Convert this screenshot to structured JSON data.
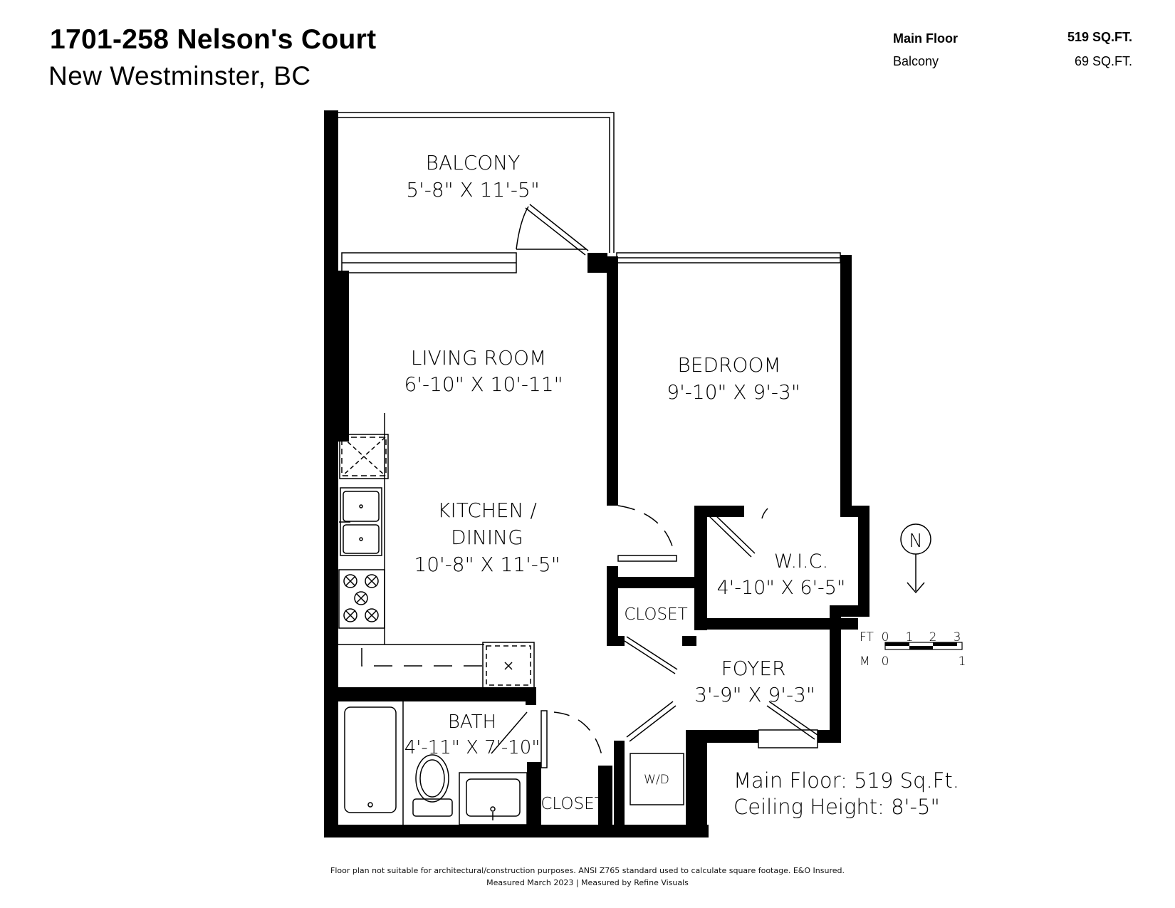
{
  "header": {
    "title": "1701-258 Nelson's Court",
    "subtitle": "New Westminster, BC"
  },
  "areas": [
    {
      "label": "Main Floor",
      "value": "519 SQ.FT."
    },
    {
      "label": "Balcony",
      "value": "69 SQ.FT."
    }
  ],
  "rooms": {
    "balcony": {
      "name": "BALCONY",
      "dims": "5'-8\" X 11'-5\""
    },
    "living": {
      "name": "LIVING ROOM",
      "dims": "6'-10\" X 10'-11\""
    },
    "bedroom": {
      "name": "BEDROOM",
      "dims": "9'-10\" X  9'-3\""
    },
    "kitchen": {
      "name1": "KITCHEN /",
      "name2": "DINING",
      "dims": "10'-8\" X 11'-5\""
    },
    "wic": {
      "name": "W.I.C.",
      "dims": "4'-10\" X 6'-5\""
    },
    "closet1": {
      "name": "CLOSET"
    },
    "foyer": {
      "name": "FOYER",
      "dims": "3'-9\" X  9'-3\""
    },
    "bath": {
      "name": "BATH",
      "dims": "4'-11\" X 7'-10\""
    },
    "closet2": {
      "name": "CLOSET"
    },
    "wd": {
      "name": "W/D"
    }
  },
  "compass": {
    "letter": "N"
  },
  "scale": {
    "ft_label": "FT",
    "ft_ticks": [
      "0",
      "1",
      "2",
      "3"
    ],
    "m_label": "M",
    "m_ticks": [
      "0",
      "1"
    ]
  },
  "summary": {
    "line1": "Main Floor: 519 Sq.Ft.",
    "line2": "Ceiling Height: 8'-5\""
  },
  "footer": {
    "line1": "Floor plan not suitable for architectural/construction purposes. ANSI Z765 standard used to calculate square footage. E&O Insured.",
    "line2": "Measured March 2023 | Measured by Refine Visuals"
  }
}
